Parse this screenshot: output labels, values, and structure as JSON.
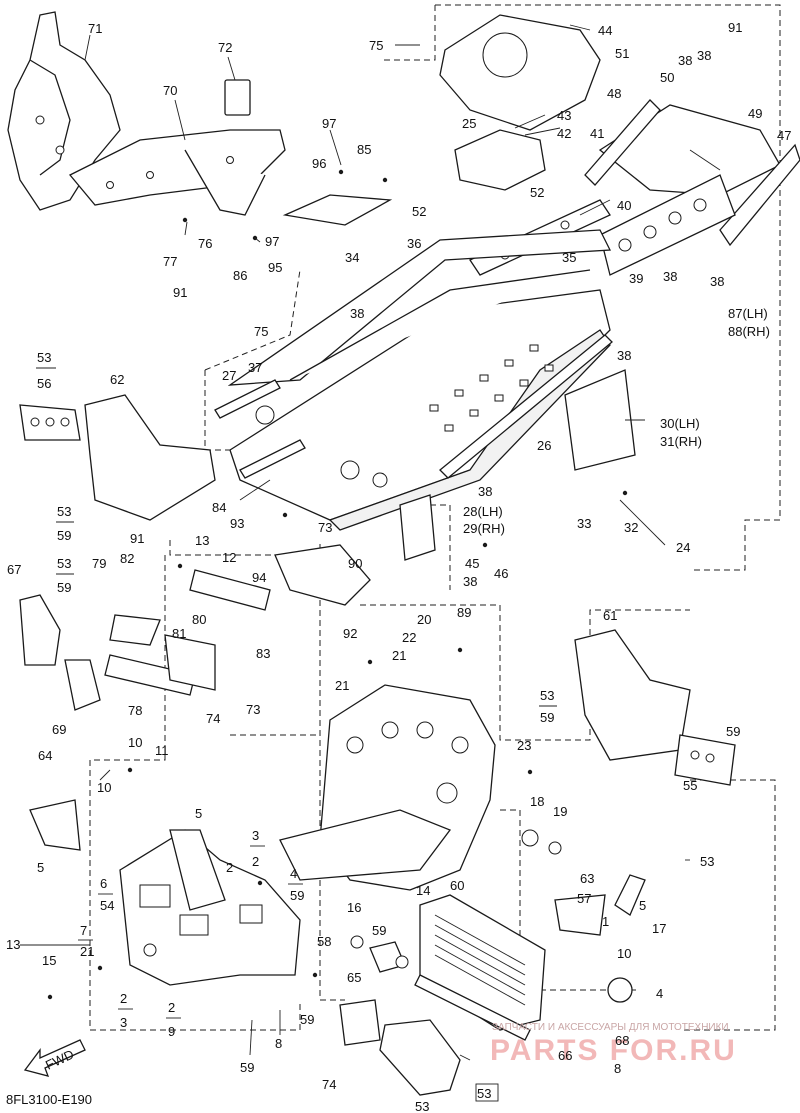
{
  "diagram_code": "8FL3100-E190",
  "fwd_label": "FWD",
  "watermark": {
    "subtitle": "ЗАПЧАСТИ И АКСЕССУАРЫ ДЛЯ МОТОТЕХНИКИ",
    "brand": "PARTS FOR.RU"
  },
  "callouts": [
    "71",
    "72",
    "70",
    "97",
    "85",
    "96",
    "75",
    "44",
    "91",
    "51",
    "38",
    "38",
    "50",
    "43",
    "42",
    "41",
    "25",
    "48",
    "49",
    "47",
    "52",
    "52",
    "40",
    "77",
    "76",
    "97",
    "36",
    "95",
    "34",
    "86",
    "91",
    "75",
    "38",
    "35",
    "39",
    "38",
    "38",
    "87(LH)",
    "88(RH)",
    "53",
    "56",
    "62",
    "27",
    "37",
    "38",
    "26",
    "30(LH)",
    "31(RH)",
    "84",
    "93",
    "38",
    "28(LH)",
    "29(RH)",
    "73",
    "90",
    "53",
    "59",
    "13",
    "12",
    "91",
    "79",
    "82",
    "94",
    "45",
    "46",
    "38",
    "33",
    "32",
    "24",
    "53",
    "59",
    "67",
    "81",
    "80",
    "83",
    "92",
    "20",
    "89",
    "61",
    "22",
    "21",
    "69",
    "78",
    "21",
    "74",
    "73",
    "53",
    "59",
    "59",
    "10",
    "11",
    "64",
    "10",
    "23",
    "55",
    "5",
    "18",
    "19",
    "2",
    "3",
    "53",
    "2",
    "4",
    "59",
    "63",
    "5",
    "6",
    "54",
    "57",
    "5",
    "7",
    "21",
    "14",
    "60",
    "17",
    "16",
    "59",
    "1",
    "13",
    "58",
    "10",
    "15",
    "65",
    "4",
    "2",
    "3",
    "2",
    "9",
    "8",
    "59",
    "68",
    "74",
    "66",
    "53",
    "8",
    "59",
    "53"
  ]
}
